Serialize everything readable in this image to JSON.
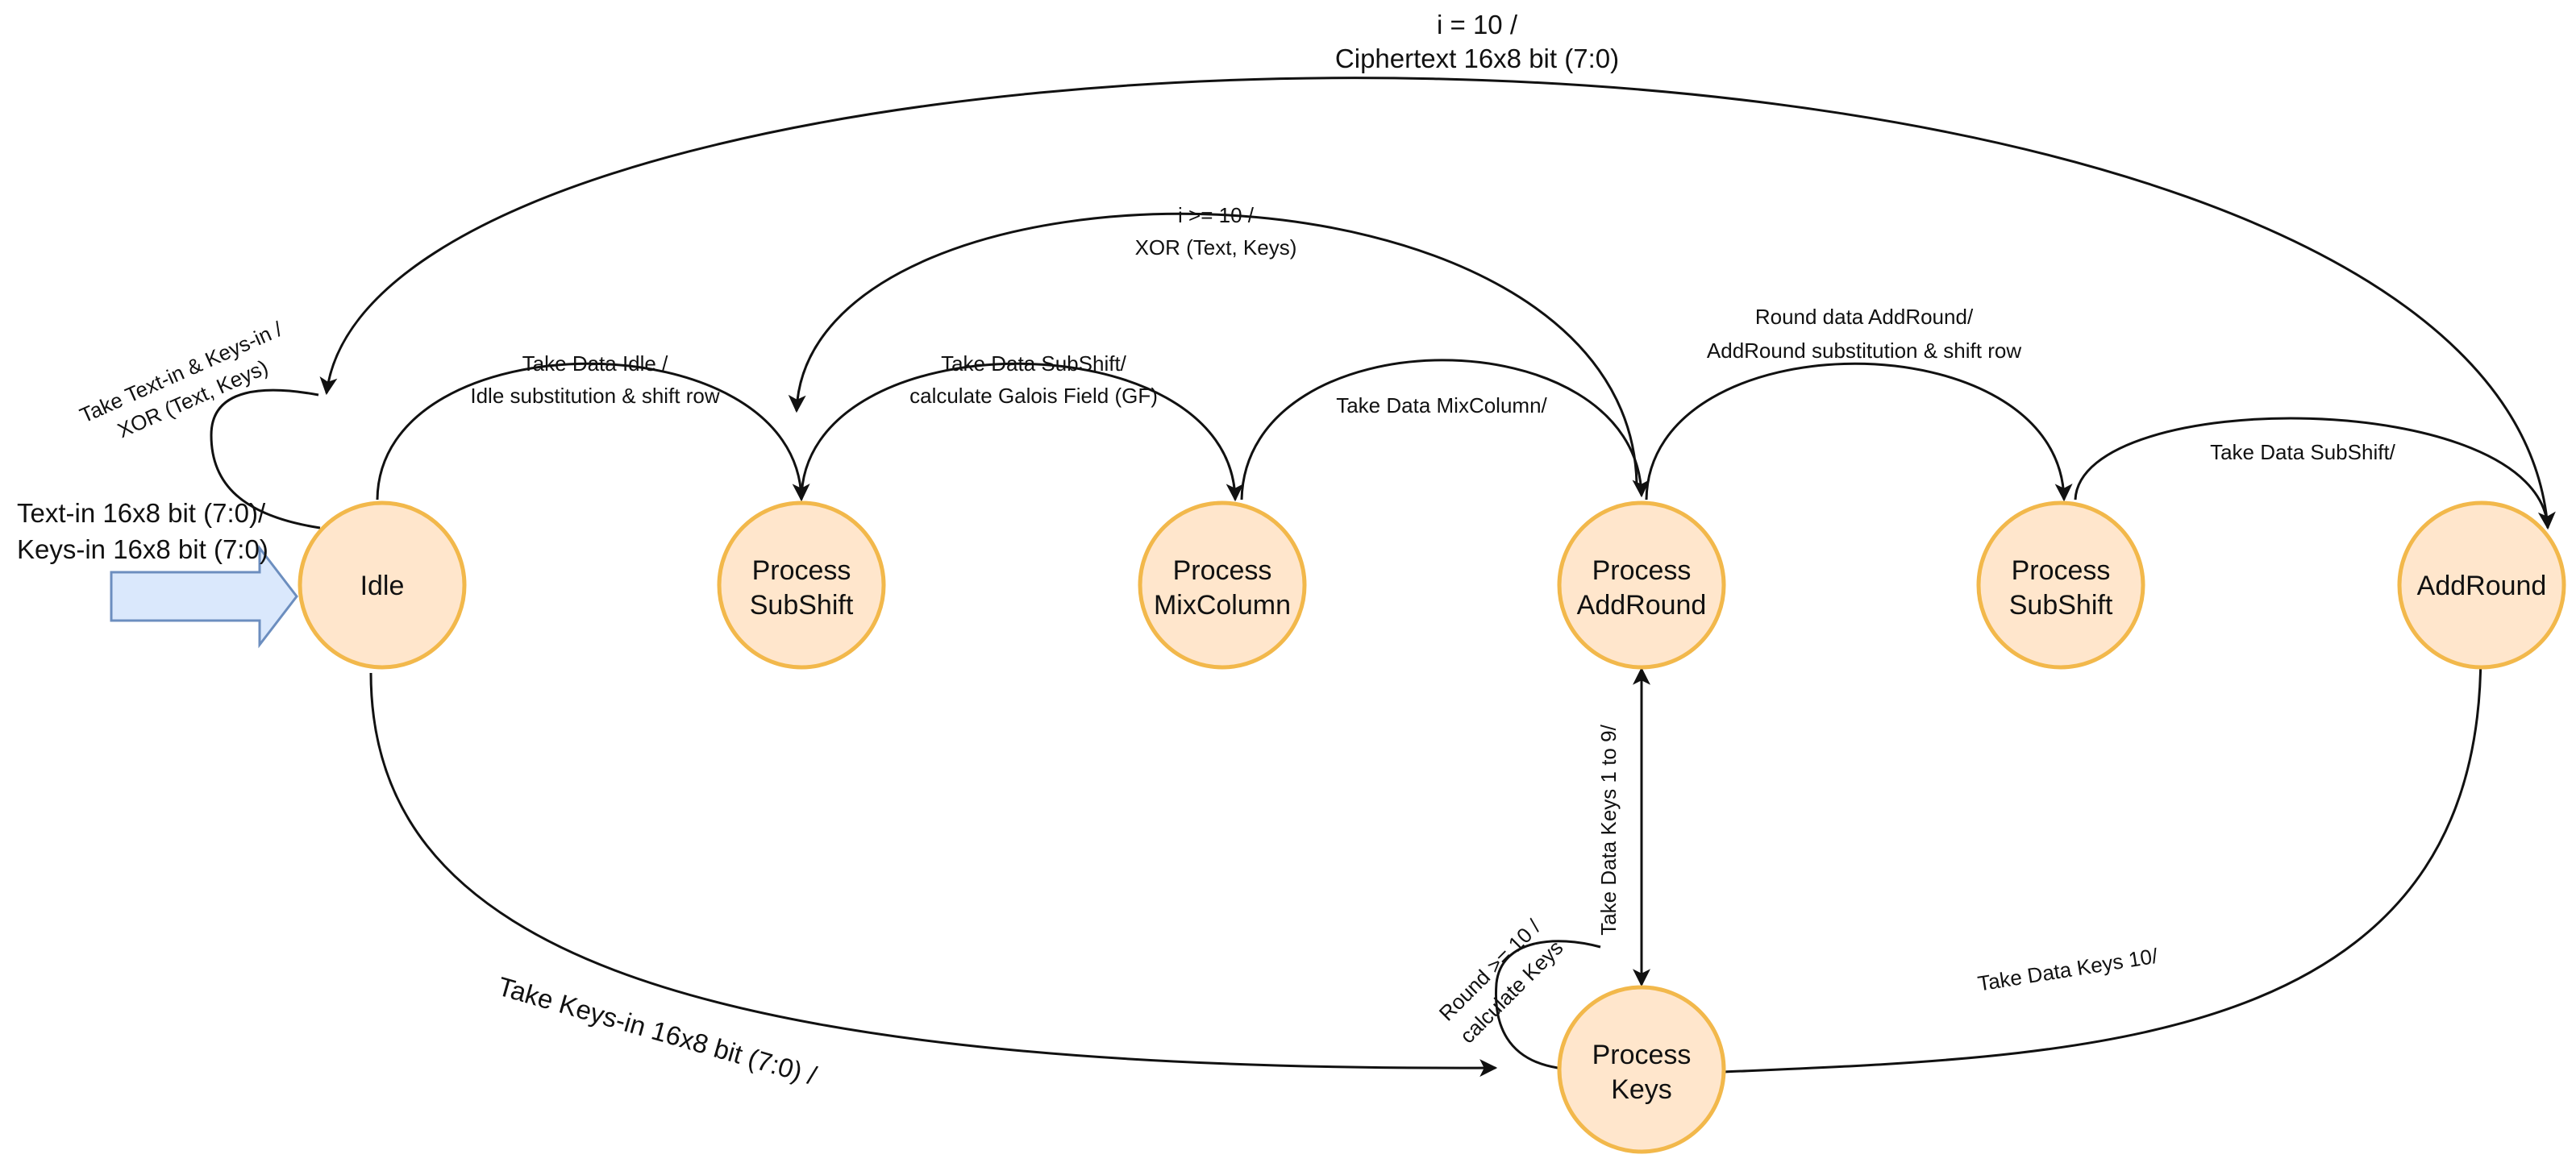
{
  "states": {
    "idle": {
      "line1": "Idle",
      "line2": ""
    },
    "process_subshift_1": {
      "line1": "Process",
      "line2": "SubShift"
    },
    "process_mixcolumn": {
      "line1": "Process",
      "line2": "MixColumn"
    },
    "process_addround": {
      "line1": "Process",
      "line2": "AddRound"
    },
    "process_subshift_2": {
      "line1": "Process",
      "line2": "SubShift"
    },
    "addround": {
      "line1": "AddRound",
      "line2": ""
    },
    "process_keys": {
      "line1": "Process",
      "line2": "Keys"
    }
  },
  "input": {
    "line1": "Text-in 16x8 bit (7:0)/",
    "line2": "Keys-in 16x8 bit (7:0)"
  },
  "transitions": {
    "ciphertext": {
      "line1": "i = 10 /",
      "line2": "Ciphertext 16x8 bit (7:0)"
    },
    "xor_round": {
      "line1": "i >= 10 /",
      "line2": "XOR (Text, Keys)"
    },
    "idle_self": {
      "line1": "Take Text-in & Keys-in /",
      "line2": "XOR (Text, Keys)"
    },
    "idle_to_subshift": {
      "line1": "Take Data Idle /",
      "line2": "Idle substitution & shift row"
    },
    "subshift_to_mixcolumn": {
      "line1": "Take Data SubShift/",
      "line2": "calculate Galois Field (GF)"
    },
    "mixcolumn_to_addround": {
      "line1": "Take Data MixColumn/"
    },
    "addround_to_subshift": {
      "line1": "Round data AddRound/",
      "line2": "AddRound substitution & shift row"
    },
    "subshift_to_final": {
      "line1": "Take Data SubShift/"
    },
    "keys_to_addround": {
      "line1": "Take Data Keys 1 to 9/"
    },
    "keys_self": {
      "line1": "Round >= 10 /",
      "line2": "calculate Keys"
    },
    "keys_to_final": {
      "line1": "Take Data Keys 10/"
    },
    "idle_to_keys": {
      "line1": "Take Keys-in 16x8 bit (7:0) /"
    }
  }
}
